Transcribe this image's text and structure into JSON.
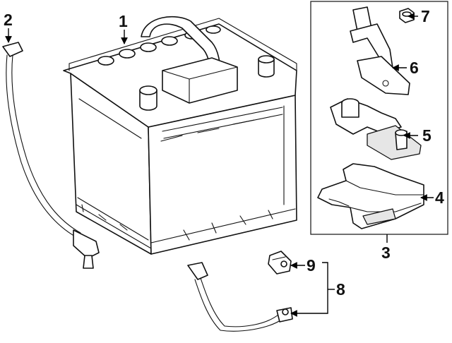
{
  "callouts": {
    "c1": "1",
    "c2": "2",
    "c3": "3",
    "c4": "4",
    "c5": "5",
    "c6": "6",
    "c7": "7",
    "c8": "8",
    "c9": "9"
  },
  "colors": {
    "line": "#111111",
    "background": "#ffffff",
    "shade": "#e6e6e6"
  }
}
